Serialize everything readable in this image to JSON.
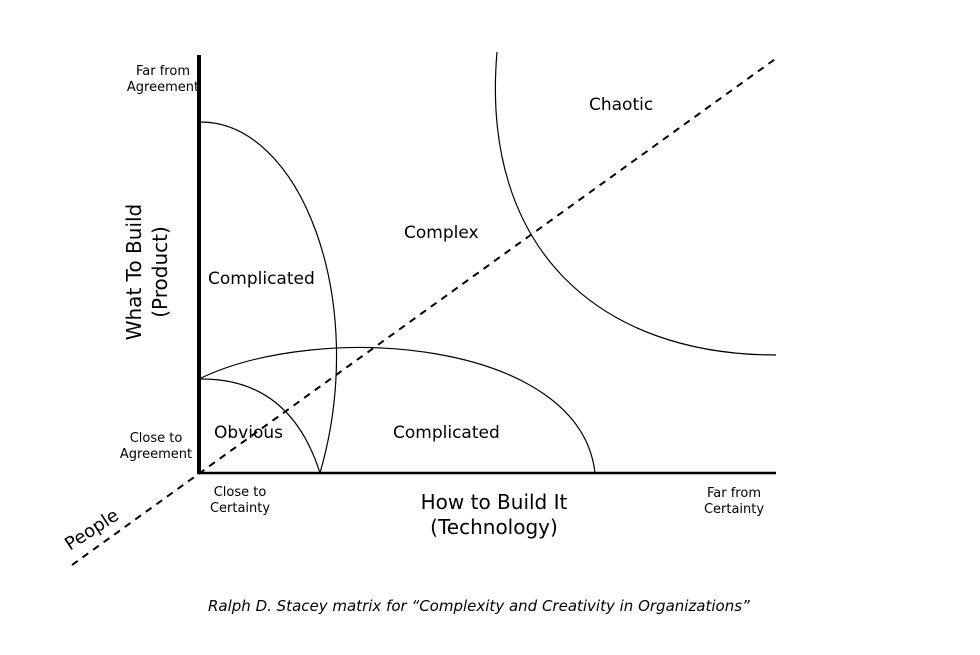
{
  "y_axis": {
    "top_label": "Far from\nAgreement",
    "bottom_label": "Close to\nAgreement",
    "title_line1": "What To Build",
    "title_line2": "(Product)"
  },
  "x_axis": {
    "left_label": "Close to\nCertainty",
    "right_label": "Far from\nCertainty",
    "title_line1": "How to Build It",
    "title_line2": "(Technology)"
  },
  "regions": {
    "chaotic": "Chaotic",
    "complex": "Complex",
    "complicated_upper": "Complicated",
    "complicated_lower": "Complicated",
    "obvious": "Obvious"
  },
  "diagonal_label": "People",
  "caption": "Ralph D. Stacey matrix for “Complexity and Creativity in Organizations”",
  "colors": {
    "line": "#000000",
    "background": "#ffffff"
  }
}
